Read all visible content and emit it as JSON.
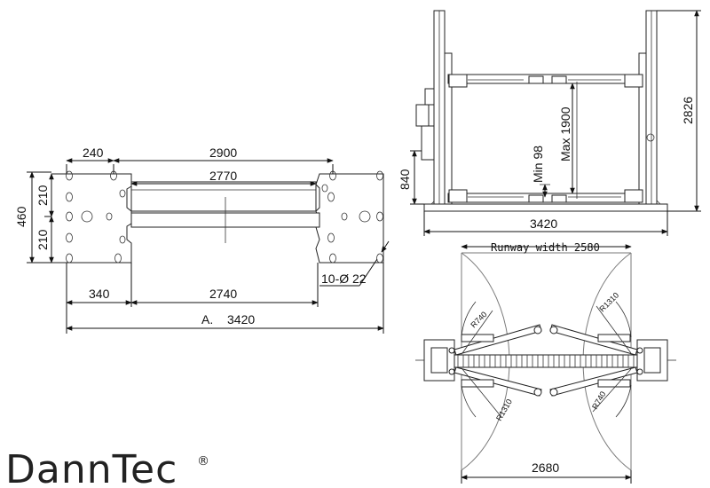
{
  "brand": {
    "name": "DannTec",
    "registered": "®"
  },
  "plan_view": {
    "dim_240": "240",
    "dim_2900": "2900",
    "dim_2770": "2770",
    "dim_460": "460",
    "dim_210_top": "210",
    "dim_210_bottom": "210",
    "dim_340": "340",
    "dim_2740": "2740",
    "dim_a_prefix": "A.",
    "dim_3420": "3420",
    "anchor_note": "10-Ø 22"
  },
  "front_view": {
    "dim_840": "840",
    "dim_min98": "Min 98",
    "dim_max1900": "Max 1900",
    "dim_2826": "2826",
    "dim_3420": "3420"
  },
  "top_view": {
    "runway": "Runway width 2580",
    "r740_a": "R740",
    "r1310_a": "R1310",
    "r1310_b": "R1310",
    "r740_b": "R740",
    "dim_2680": "2680"
  }
}
